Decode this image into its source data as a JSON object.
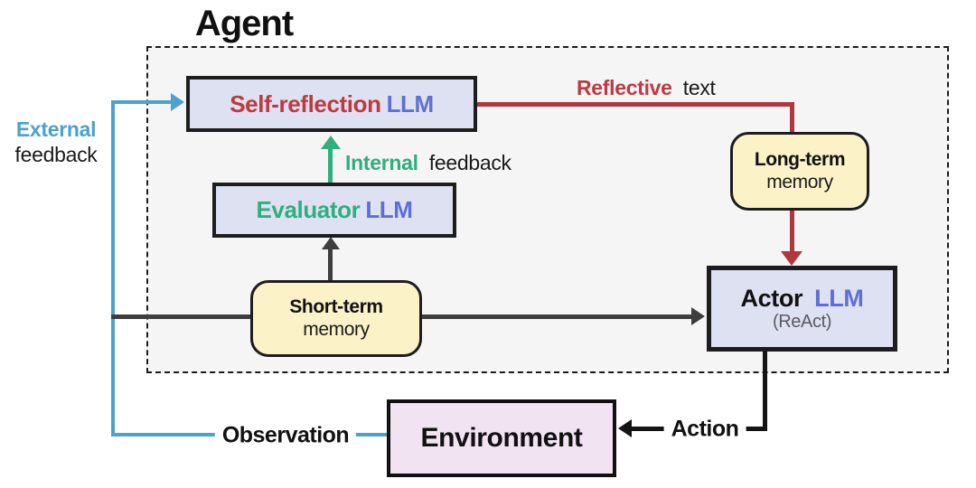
{
  "title": "Agent",
  "colors": {
    "accent_red": "#b2373c",
    "accent_blue": "#4ba2ce",
    "accent_green": "#2fae7e",
    "llm_text_blue": "#5b6fd7",
    "dark_line": "#3e3e3e",
    "llm_box_fill": "#dee1f2",
    "memory_box_fill": "#fbf2c8",
    "environment_fill": "#f1e3f2",
    "agent_panel_fill": "#f5f5f6"
  },
  "nodes": {
    "self_reflection": {
      "name": "Self-reflection",
      "type": "LLM"
    },
    "evaluator": {
      "name": "Evaluator",
      "type": "LLM"
    },
    "actor": {
      "name": "Actor",
      "type": "LLM",
      "subtitle": "(ReAct)"
    },
    "short_term_memory": {
      "line1": "Short-term",
      "line2": "memory"
    },
    "long_term_memory": {
      "line1": "Long-term",
      "line2": "memory"
    },
    "environment": {
      "label": "Environment"
    }
  },
  "edges": {
    "external_feedback": {
      "accent": "External",
      "rest": "feedback"
    },
    "internal_feedback": {
      "accent": "Internal",
      "rest": "feedback"
    },
    "reflective_text": {
      "accent": "Reflective",
      "rest": "text"
    },
    "observation": {
      "label": "Observation"
    },
    "action": {
      "label": "Action"
    }
  }
}
